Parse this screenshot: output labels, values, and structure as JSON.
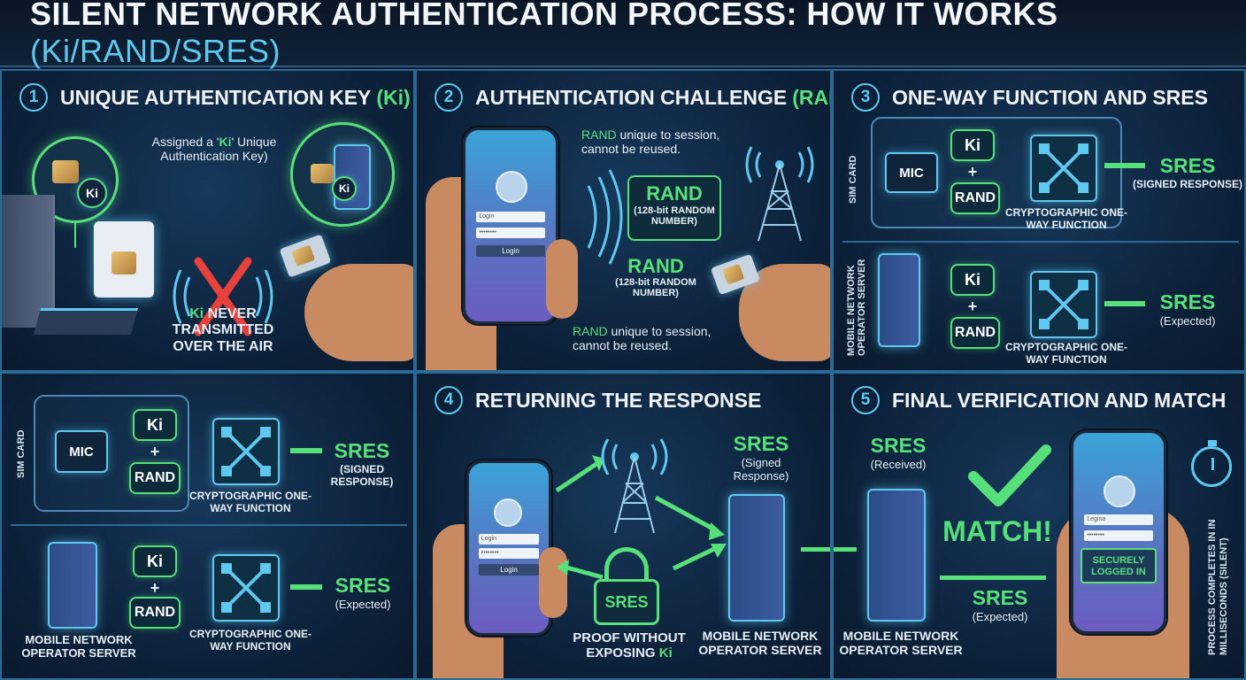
{
  "header": {
    "title": "SILENT NETWORK AUTHENTICATION PROCESS: HOW IT WORKS",
    "accent": "(Ki/RAND/SRES)"
  },
  "colors": {
    "accent_green": "#57e07a",
    "accent_blue": "#5ec8f0",
    "bg": "#0b1b2e",
    "alert_red": "#e8403a"
  },
  "p1": {
    "num": "1",
    "title": "UNIQUE AUTHENTICATION KEY",
    "title_accent": "(Ki)",
    "sim_chip": "Ki",
    "server_chip": "Ki",
    "assign_pre": "Assigned a '",
    "assign_key": "Ki",
    "assign_post": "' Unique Authentication Key)",
    "never_key": "Ki",
    "never_line1": " NEVER",
    "never_line2": "TRANSMITTED",
    "never_line3": "OVER THE AIR"
  },
  "p2": {
    "num": "2",
    "title": "AUTHENTICATION CHALLENGE",
    "title_accent": "(RAND)",
    "note_key": "RAND",
    "note_text": " unique to session, cannot be reused.",
    "bubble_title": "RAND",
    "bubble_sub": "(128-bit RANDOM NUMBER)",
    "rand2_title": "RAND",
    "rand2_sub": "(128-bit RANDOM NUMBER)",
    "note2_key": "RAND",
    "note2_text": " unique to session, cannot be reused.",
    "phone_login_placeholder": "Login",
    "phone_password": "••••••••",
    "phone_button": "Login"
  },
  "p3": {
    "num": "3",
    "title": "ONE-WAY FUNCTION AND SRES",
    "sim_label": "SIM CARD",
    "server_label": "MOBILE NETWORK OPERATOR SERVER",
    "mic": "MIC",
    "ki": "Ki",
    "plus": "+",
    "rand": "RAND",
    "func_label": "CRYPTOGRAPHIC ONE-WAY FUNCTION",
    "sres": "SRES",
    "sres_sub": "(SIGNED RESPONSE)",
    "sres2_sub": "(Expected)"
  },
  "p3b": {
    "sim_label": "SIM CARD",
    "mic": "MIC",
    "ki": "Ki",
    "plus": "+",
    "rand": "RAND",
    "func_label": "CRYPTOGRAPHIC ONE-WAY FUNCTION",
    "sres": "SRES",
    "sres_sub": "(SIGNED RESPONSE)",
    "sres2_sub": "(Expected)",
    "server_label": "MOBILE NETWORK OPERATOR SERVER"
  },
  "p4": {
    "num": "4",
    "title": "RETURNING THE RESPONSE",
    "sres": "SRES",
    "sres_sub": "(Signed Response)",
    "lock": "SRES",
    "proof_line1": "PROOF WITHOUT",
    "proof_line2": "EXPOSING ",
    "proof_key": "Ki",
    "server_label": "MOBILE NETWORK OPERATOR SERVER",
    "phone_login_placeholder": "Login",
    "phone_password": "••••••••",
    "phone_button": "Login"
  },
  "p5": {
    "num": "5",
    "title": "FINAL VERIFICATION AND MATCH",
    "sres_recv": "SRES",
    "sres_recv_sub": "(Received)",
    "match": "MATCH!",
    "sres_exp": "SRES",
    "sres_exp_sub": "(Expected)",
    "server_label": "MOBILE NETWORK OPERATOR SERVER",
    "phone_login": "Legina",
    "phone_password": "••••••••",
    "secure": "SECURELY LOGGED IN",
    "timer_note": "PROCESS COMPLETES IN IN MILLISECONDS (SILENT)"
  }
}
